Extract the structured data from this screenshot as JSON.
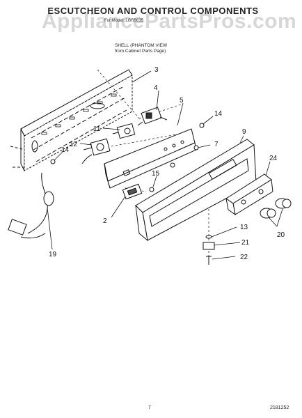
{
  "header": {
    "title": "ESCUTCHEON AND CONTROL COMPONENTS",
    "subtitle": "For Model: LGR5635",
    "watermark": "AppliancePartsPros.com"
  },
  "notes": {
    "shell_line1": "SHELL (PHANTOM VIEW",
    "shell_line2": "from Cabinet Parts Page)"
  },
  "callouts": [
    "3",
    "4",
    "5",
    "14",
    "9",
    "7",
    "11",
    "12",
    "14",
    "24",
    "15",
    "2",
    "13",
    "21",
    "20",
    "22",
    "19"
  ],
  "footer": {
    "page_number": "7",
    "doc_code": "2181252"
  }
}
